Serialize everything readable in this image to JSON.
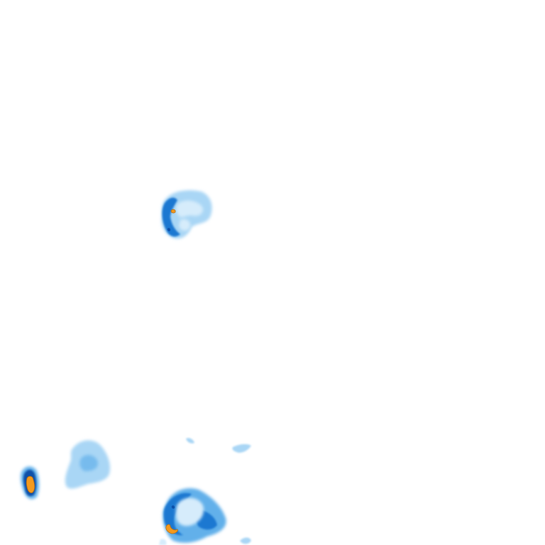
{
  "map": {
    "layer": "precipitation-radar",
    "background": "#ffffff",
    "palette": {
      "very_light": "#d6ecfb",
      "light": "#a9d6f5",
      "medium": "#62b0ea",
      "heavy": "#1f78d1",
      "very_heavy": "#0b4fa8",
      "extreme": "#f39a1e",
      "extreme_edge": "#b36a10"
    },
    "cells": [
      {
        "id": "cell-north"
      },
      {
        "id": "cell-southwest-small"
      },
      {
        "id": "cell-southwest-large"
      },
      {
        "id": "cell-south-center"
      },
      {
        "id": "cell-south-east-fragments"
      }
    ]
  }
}
